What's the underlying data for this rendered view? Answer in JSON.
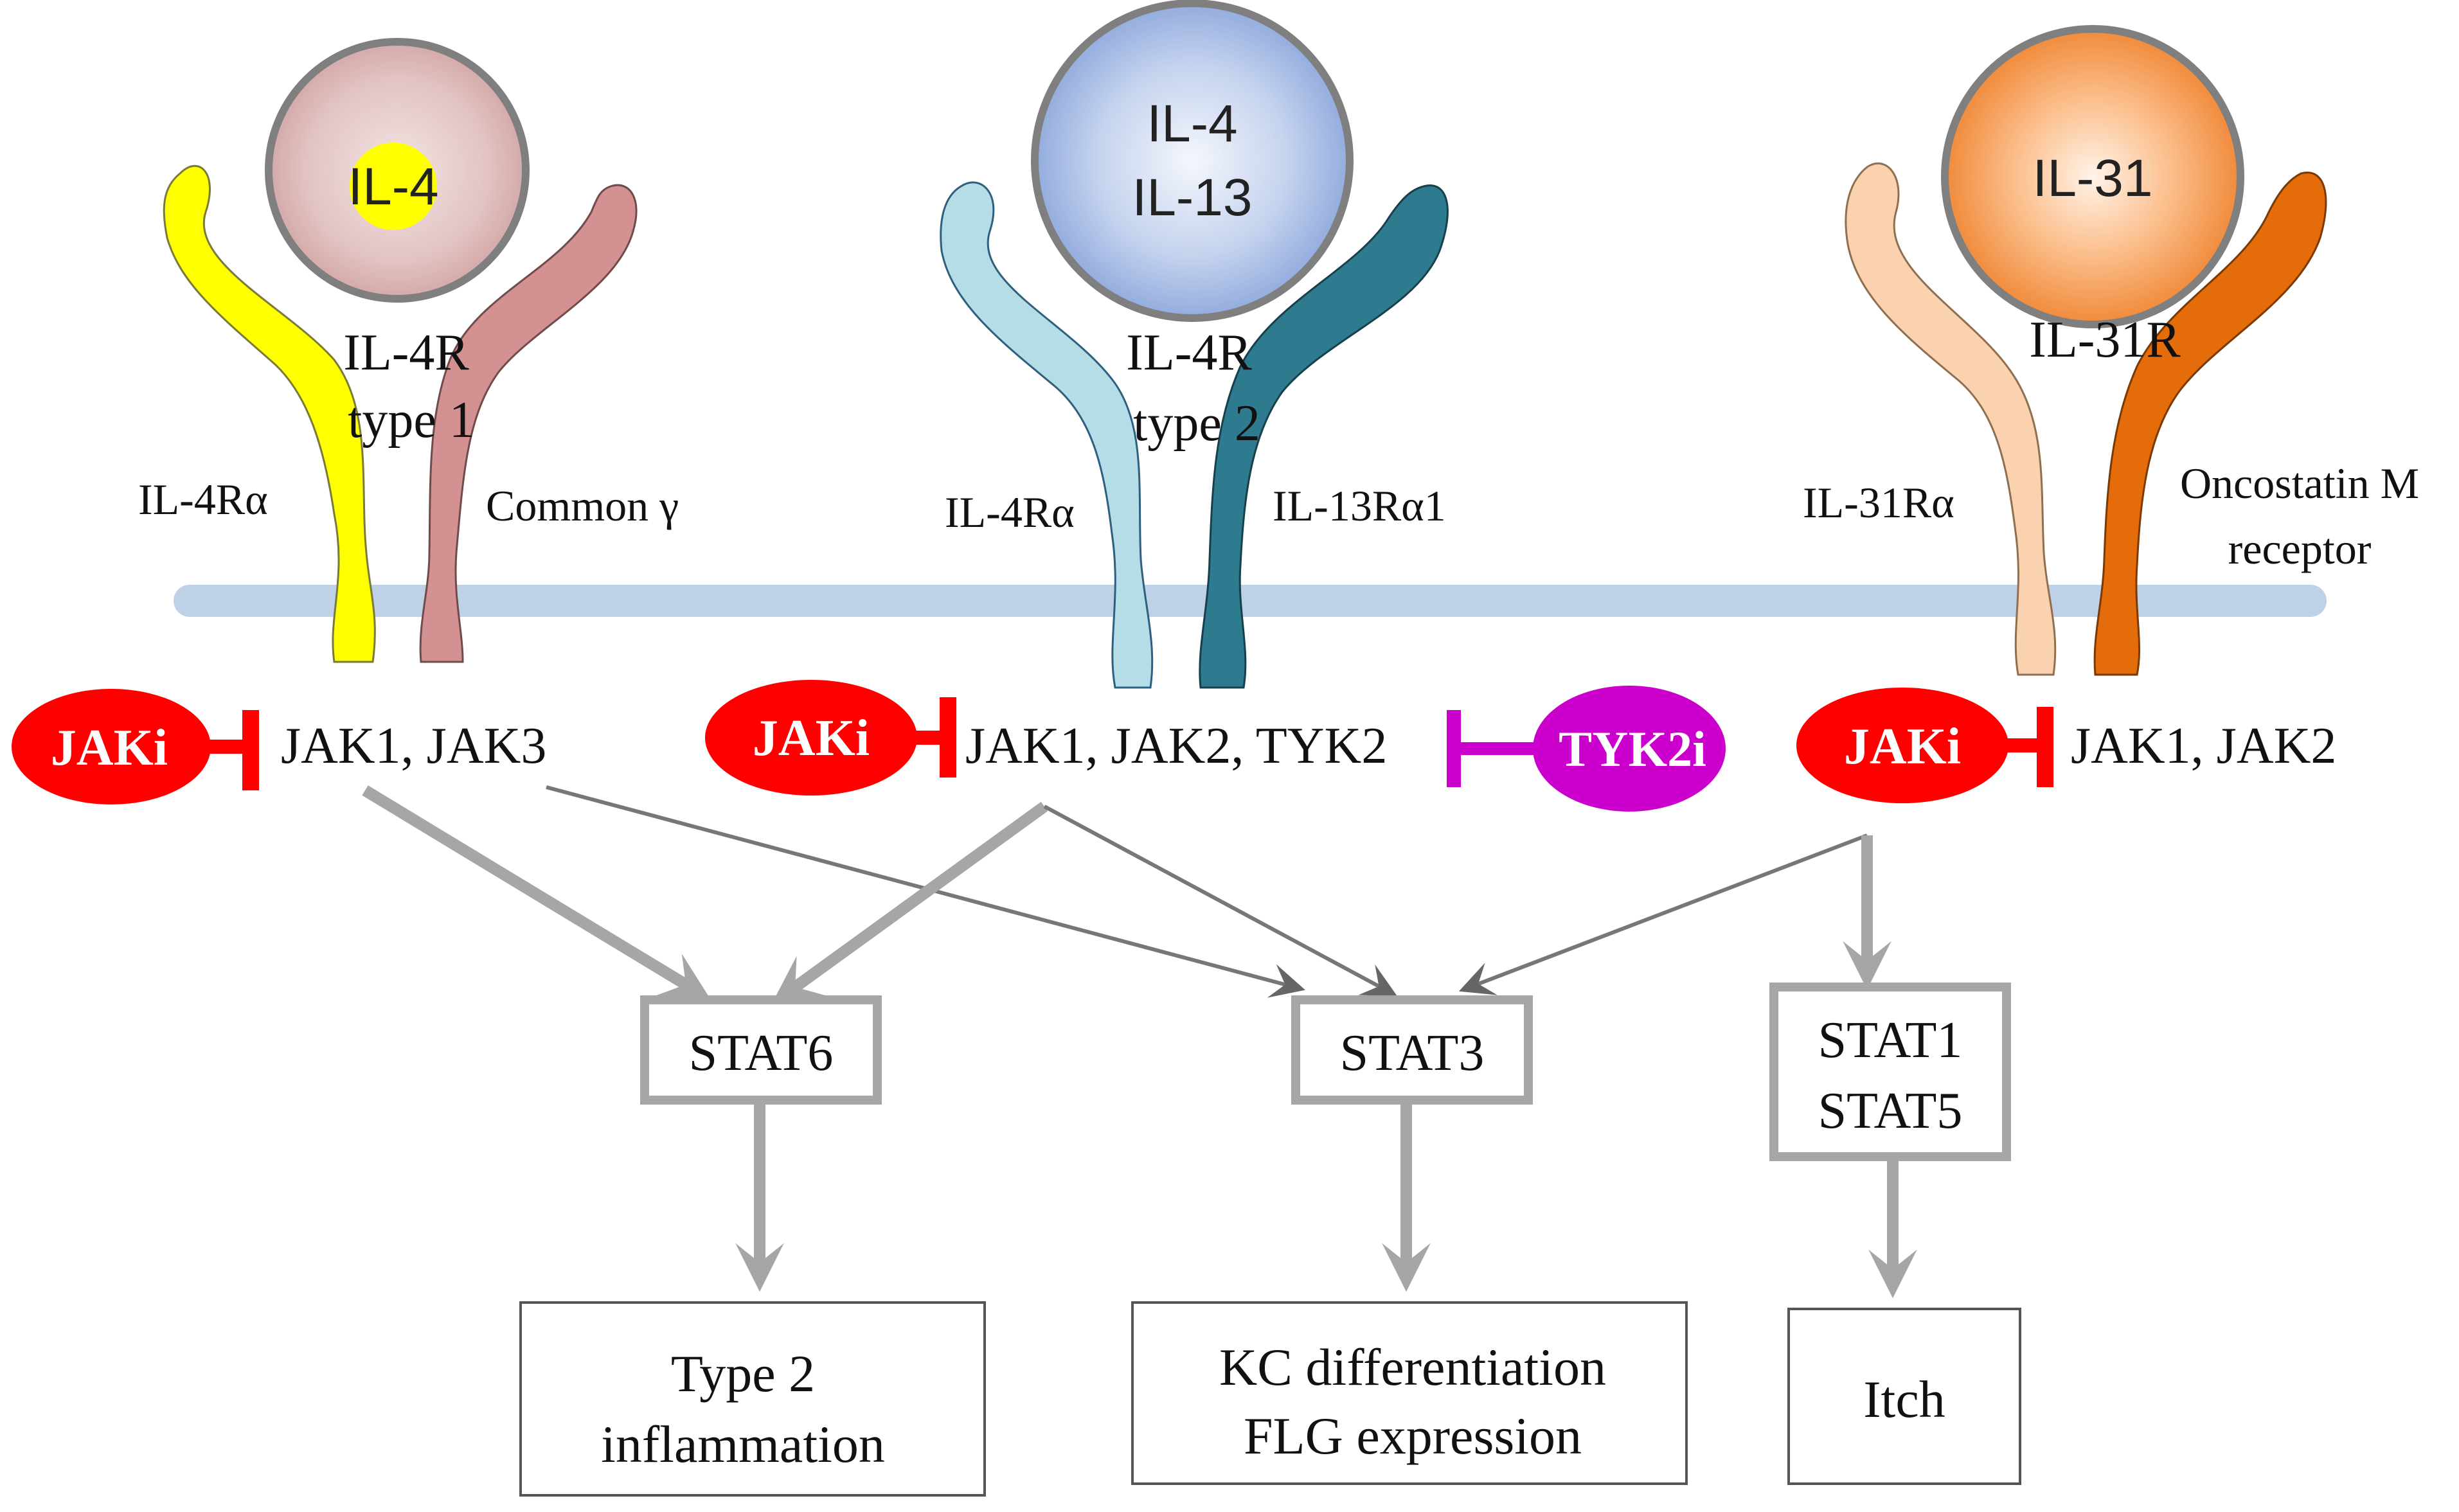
{
  "colors": {
    "il4_receptor_alpha": "#ffff00",
    "common_gamma": "#d49191",
    "il4ra_type2": "#b5dde8",
    "il13ra1": "#2e7a8e",
    "il31ra": "#fbd2b0",
    "osmr": "#e46c0a",
    "membrane": "#b8cce4",
    "inhibitor_red": "#ff0000",
    "tyk2i_magenta": "#cc00cc",
    "arrow_grey": "#a6a6a6",
    "box_border_grey": "#a6a6a6"
  },
  "cytokines": {
    "il4": {
      "label": "IL-4"
    },
    "il4_il13": {
      "line1": "IL-4",
      "line2": "IL-13"
    },
    "il31": {
      "label": "IL-31"
    }
  },
  "receptors": {
    "type1": {
      "name_line1": "IL-4R",
      "name_line2": "type 1",
      "left_chain": "IL-4Rα",
      "right_chain": "Common γ"
    },
    "type2": {
      "name_line1": "IL-4R",
      "name_line2": "type 2",
      "left_chain": "IL-4Rα",
      "right_chain": "IL-13Rα1"
    },
    "il31r": {
      "name": "IL-31R",
      "left_chain": "IL-31Rα",
      "right_chain_line1": "Oncostatin M",
      "right_chain_line2": "receptor"
    }
  },
  "kinases": {
    "type1": "JAK1, JAK3",
    "type2": "JAK1, JAK2, TYK2",
    "il31r": "JAK1, JAK2"
  },
  "inhibitors": {
    "jaki_1": "JAKi",
    "jaki_2": "JAKi",
    "jaki_3": "JAKi",
    "tyk2i": "TYK2i"
  },
  "stat_boxes": {
    "stat6": "STAT6",
    "stat3": "STAT3",
    "stat1": "STAT1",
    "stat5": "STAT5"
  },
  "outcomes": {
    "type2_line1": "Type 2",
    "type2_line2": "inflammation",
    "kc_line1": "KC differentiation",
    "kc_line2": "FLG expression",
    "itch": "Itch"
  }
}
